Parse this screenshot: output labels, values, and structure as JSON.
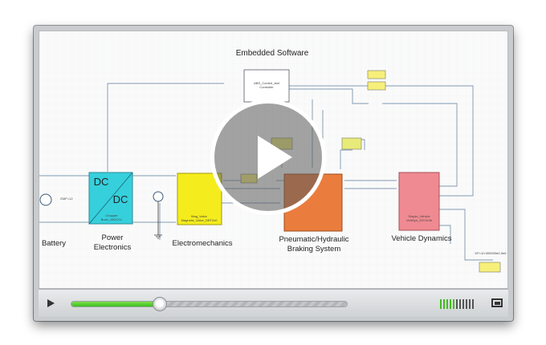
{
  "diagram": {
    "title": "Embedded Software",
    "controller_label": "ABS_Control_sbd Controller",
    "blocks": {
      "battery": "Battery",
      "power_electronics": "Power Electronics",
      "electromechanics": "Electromechanics",
      "braking": "Pneumatic/Hydraulic Braking System",
      "vehicle": "Vehicle Dynamics"
    },
    "dc_top": "DC",
    "dc_bottom": "DC",
    "small_labels": {
      "emf": "EMF=12",
      "chopper": "Chopper Buck_VeDCCv",
      "magvalve": "Mag_Valve Magnetic_Valve_DEF2x0",
      "vehicle_sub": "Simple_Vehicle VehDyn_20Y113b",
      "kp": "KP=10.000000e0-0e6"
    }
  },
  "player": {
    "progress_fraction": 0.32,
    "volume_level": 0.4,
    "colors": {
      "progress": "#3cbf1e",
      "volume_on": "#44bb22",
      "volume_off": "#555555"
    }
  }
}
